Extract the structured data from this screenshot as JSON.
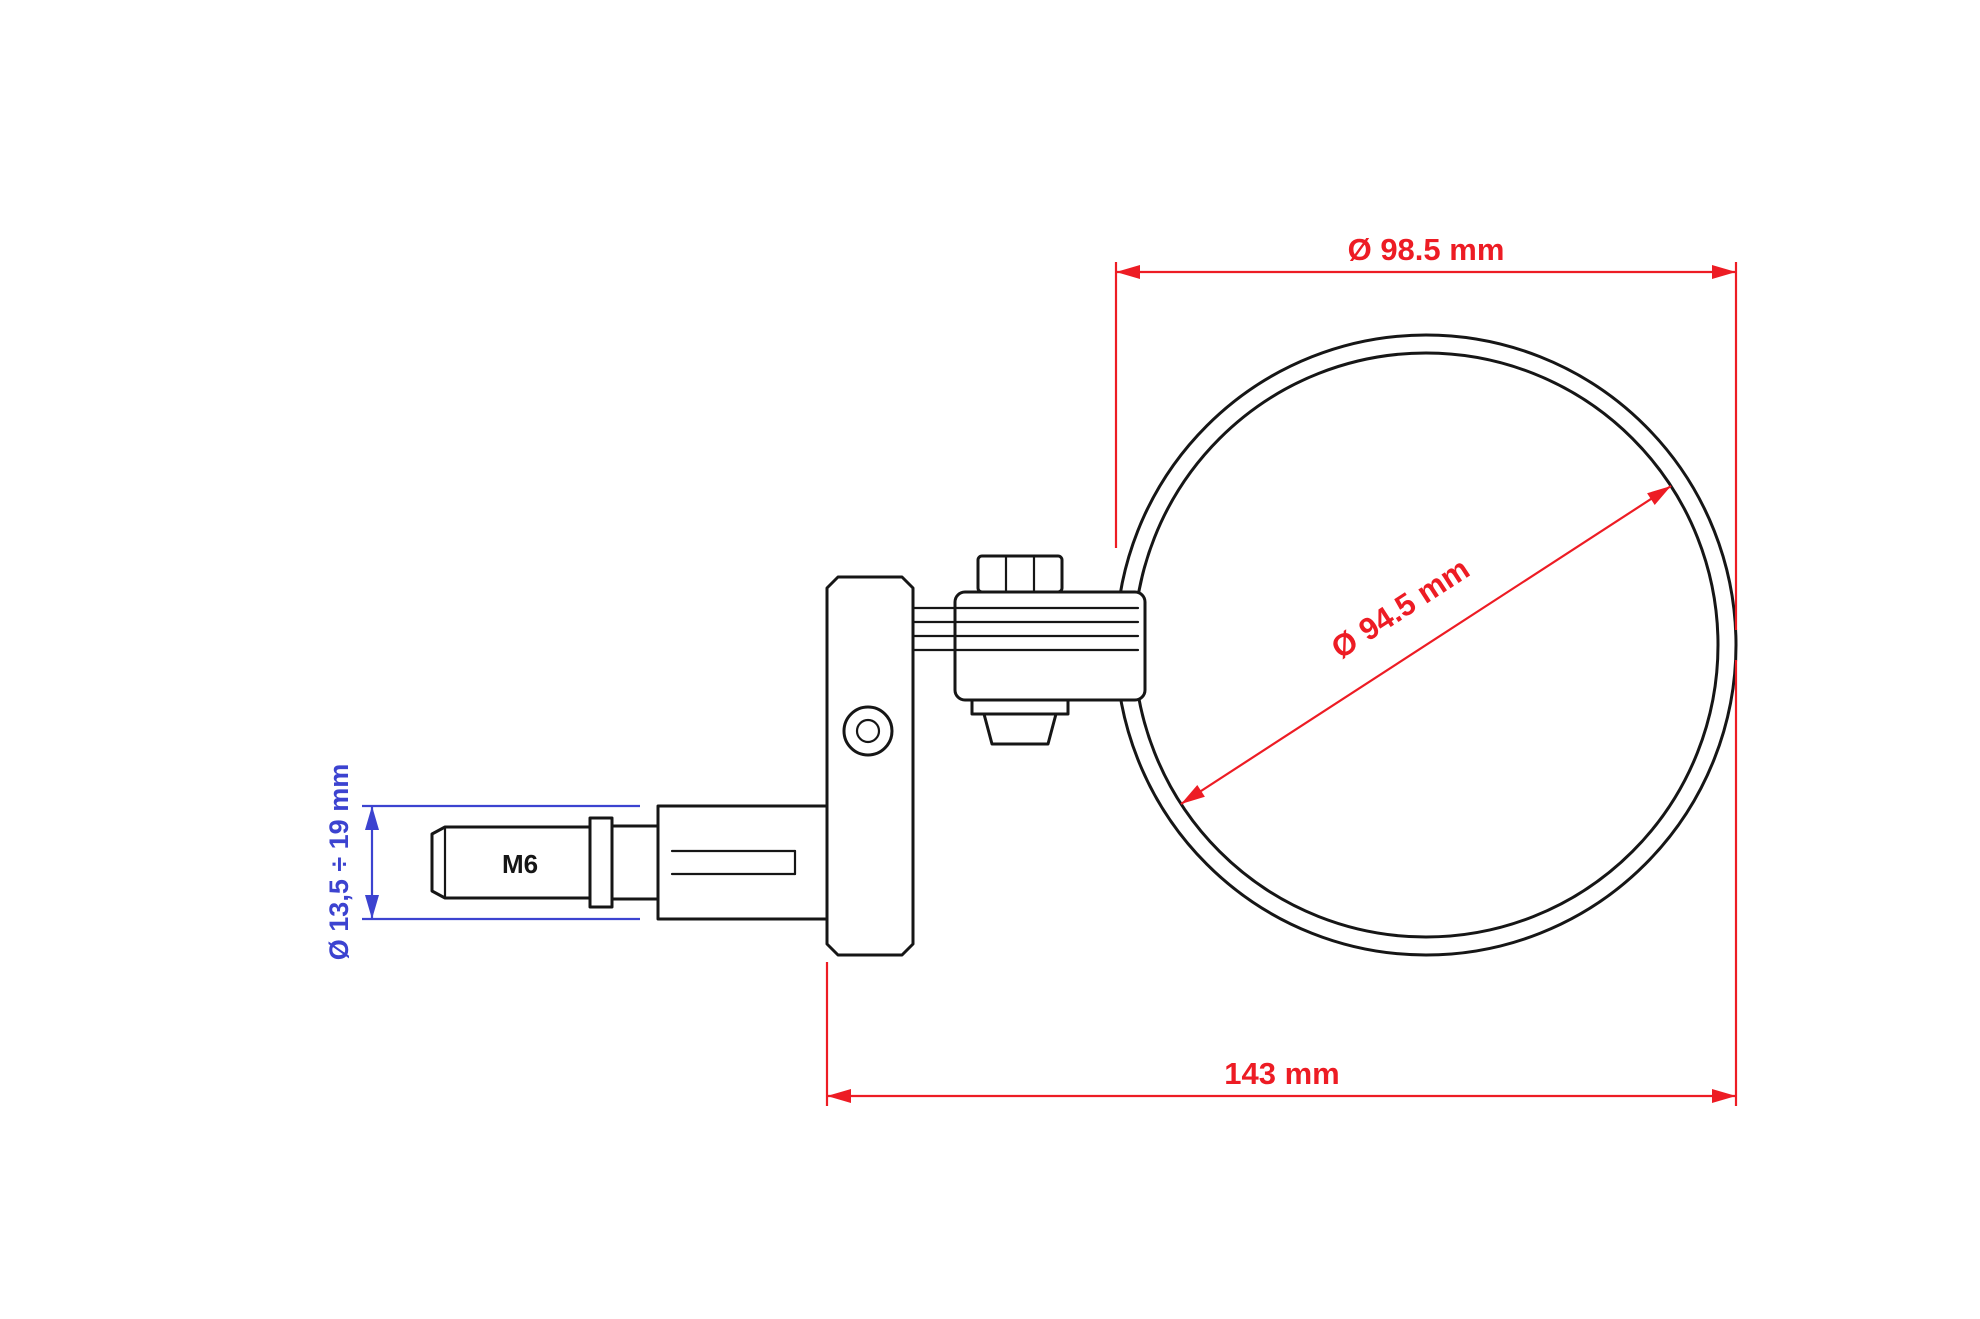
{
  "canvas": {
    "background": "#ffffff"
  },
  "colors": {
    "dim_red": "#ed1c24",
    "dim_blue": "#3c43d0",
    "line": "#161616"
  },
  "drawing": {
    "dimensions": {
      "outer_diameter": "Ø 98.5 mm",
      "glass_diameter": "Ø 94.5 mm",
      "overall_length": "143 mm",
      "clamp_range": "Ø 13,5 ÷ 19 mm",
      "thread": "M6"
    }
  }
}
